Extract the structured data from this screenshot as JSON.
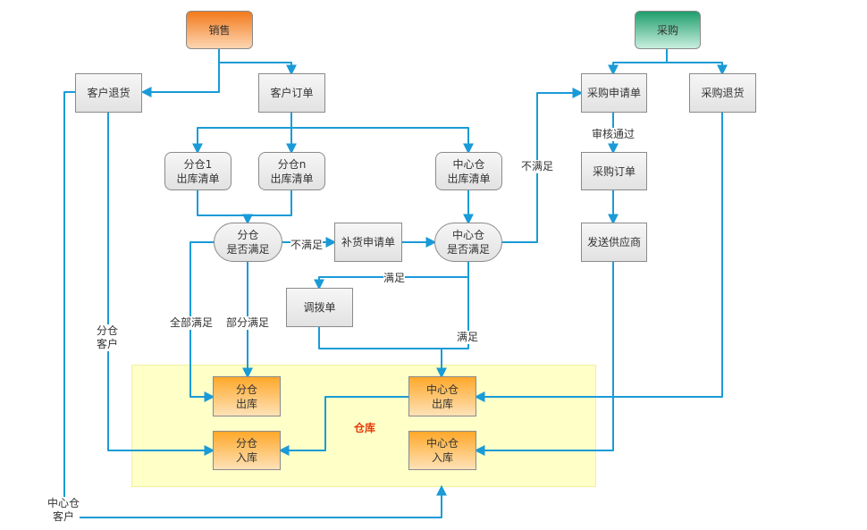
{
  "nodes": {
    "sales": "销售",
    "purchase": "采购",
    "customer_return": "客户退货",
    "customer_order": "客户订单",
    "branch1_out_l1": "分仓1",
    "branch1_out_l2": "出库清单",
    "branchn_out_l1": "分仓n",
    "branchn_out_l2": "出库清单",
    "central_out_list_l1": "中心仓",
    "central_out_list_l2": "出库清单",
    "branch_check_l1": "分仓",
    "branch_check_l2": "是否满足",
    "replenish_request": "补货申请单",
    "central_check_l1": "中心仓",
    "central_check_l2": "是否满足",
    "transfer_order": "调拨单",
    "purchase_request": "采购申请单",
    "purchase_return": "采购退货",
    "purchase_order": "采购订单",
    "send_supplier": "发送供应商",
    "branch_outbound_l1": "分仓",
    "branch_outbound_l2": "出库",
    "branch_inbound_l1": "分仓",
    "branch_inbound_l2": "入库",
    "central_outbound_l1": "中心仓",
    "central_outbound_l2": "出库",
    "central_inbound_l1": "中心仓",
    "central_inbound_l2": "入库"
  },
  "edge_labels": {
    "not_satisfied_1": "不满足",
    "not_satisfied_2": "不满足",
    "approved": "审核通过",
    "satisfied_1": "满足",
    "satisfied_2": "满足",
    "all_satisfied": "全部满足",
    "partial_satisfied": "部分满足",
    "branch_customer_l1": "分仓",
    "branch_customer_l2": "客户",
    "central_customer_l1": "中心仓",
    "central_customer_l2": "客户"
  },
  "warehouse_label": "仓库",
  "colors": {
    "line": "#1a9bd7",
    "sales": "#f27a1c",
    "purchase": "#1f9e6c",
    "warehouse_node": "#ffa82a",
    "warehouse_zone": "#ffffc8",
    "warehouse_label": "#e23c0a"
  }
}
